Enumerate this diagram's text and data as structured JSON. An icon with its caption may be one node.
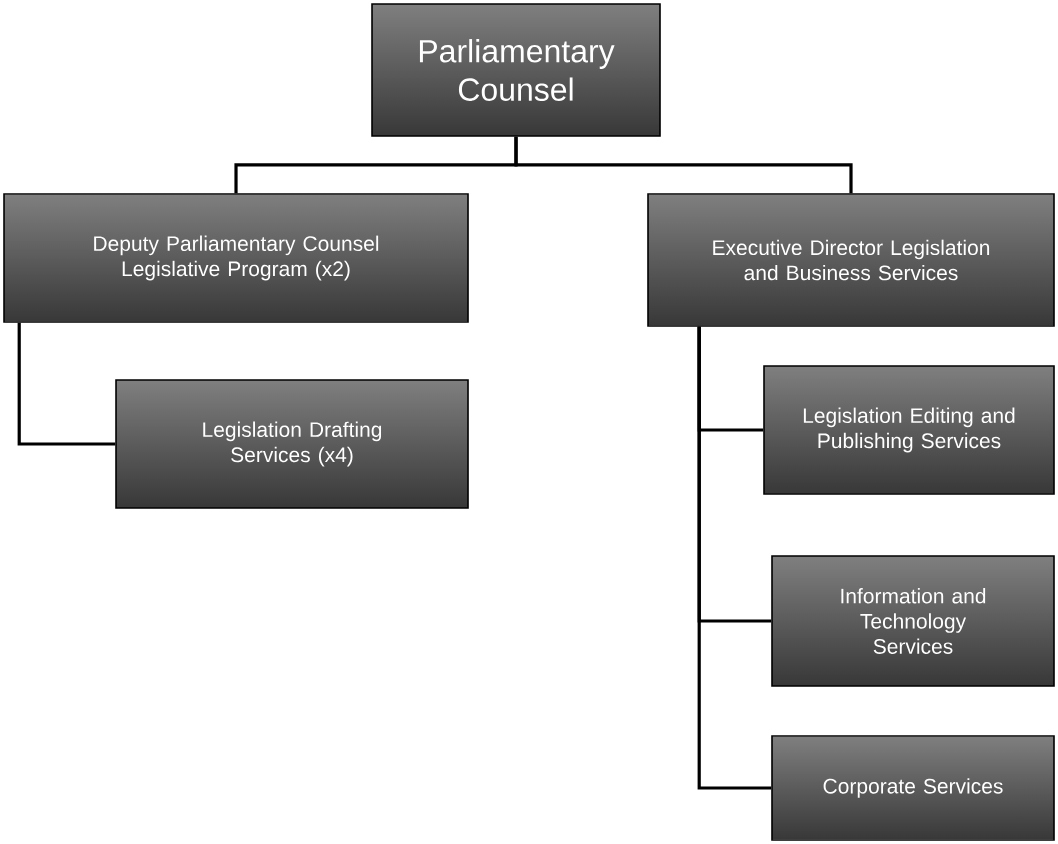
{
  "diagram": {
    "nodes": [
      {
        "text": [
          "Parliamentary Counsel"
        ]
      },
      {
        "text": [
          "Deputy Parliamentary Counsel Legislative Program (x2)"
        ]
      },
      {
        "text": [
          "Executive Director Legislation and Business Services"
        ]
      },
      {
        "text": [
          "Legislation Drafting Services (x4)"
        ]
      },
      {
        "text": [
          "Legislation Editing and Publishing Services"
        ]
      },
      {
        "text": [
          "Information and Technology Services"
        ]
      },
      {
        "text": [
          "Corporate Services"
        ]
      }
    ],
    "edges": [
      {
        "from": 0,
        "to": 1,
        "arrow": "none"
      },
      {
        "from": 0,
        "to": 2,
        "arrow": "none"
      },
      {
        "from": 1,
        "to": 3,
        "arrow": "none"
      },
      {
        "from": 2,
        "to": 4,
        "arrow": "none"
      },
      {
        "from": 2,
        "to": 5,
        "arrow": "none"
      },
      {
        "from": 2,
        "to": 6,
        "arrow": "none"
      }
    ]
  }
}
